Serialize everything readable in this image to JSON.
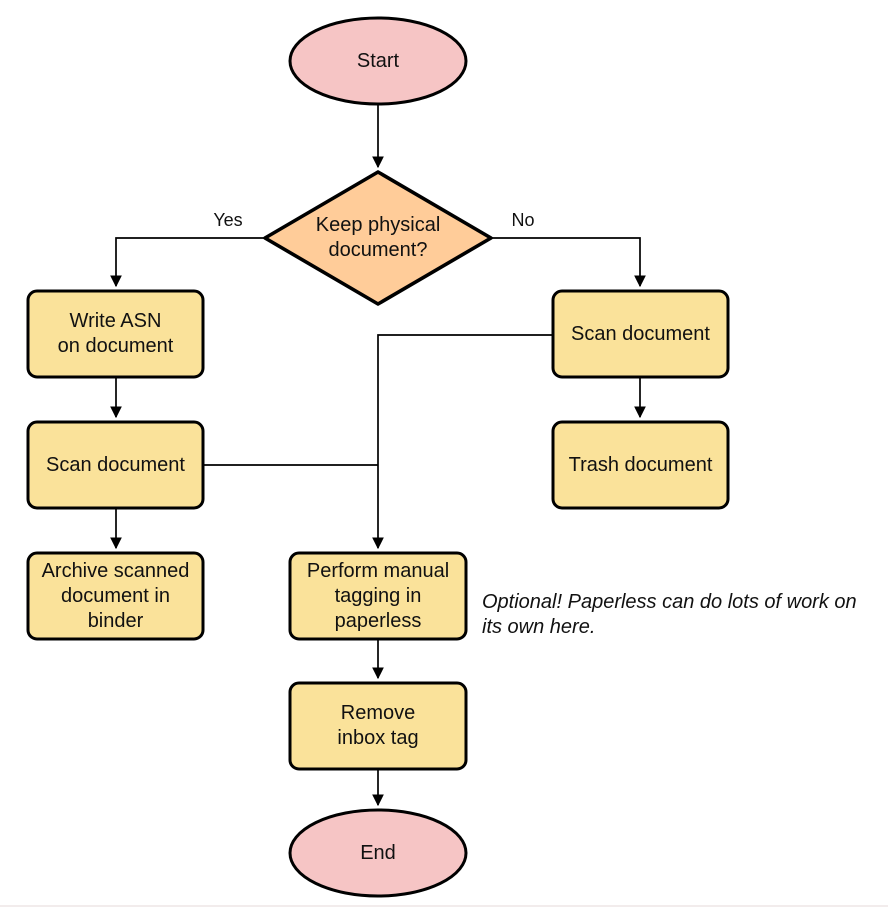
{
  "diagram": {
    "type": "flowchart",
    "nodes": {
      "start": {
        "label": "Start",
        "shape": "ellipse"
      },
      "decision": {
        "label": "Keep physical\ndocument?",
        "shape": "diamond"
      },
      "write_asn": {
        "label": "Write ASN\non document",
        "shape": "process"
      },
      "scan_left": {
        "label": "Scan document",
        "shape": "process"
      },
      "archive": {
        "label": "Archive scanned\ndocument in\nbinder",
        "shape": "process"
      },
      "scan_right": {
        "label": "Scan document",
        "shape": "process"
      },
      "trash": {
        "label": "Trash document",
        "shape": "process"
      },
      "tagging": {
        "label": "Perform manual\ntagging in\npaperless",
        "shape": "process"
      },
      "remove_inbox": {
        "label": "Remove\ninbox tag",
        "shape": "process"
      },
      "end": {
        "label": "End",
        "shape": "ellipse"
      }
    },
    "edge_labels": {
      "yes": "Yes",
      "no": "No"
    },
    "edges": [
      {
        "from": "start",
        "to": "decision",
        "label": ""
      },
      {
        "from": "decision",
        "to": "write_asn",
        "label": "Yes"
      },
      {
        "from": "decision",
        "to": "scan_right",
        "label": "No"
      },
      {
        "from": "write_asn",
        "to": "scan_left",
        "label": ""
      },
      {
        "from": "scan_left",
        "to": "archive",
        "label": ""
      },
      {
        "from": "scan_left",
        "to": "tagging",
        "label": ""
      },
      {
        "from": "scan_right",
        "to": "trash",
        "label": ""
      },
      {
        "from": "scan_right",
        "to": "tagging",
        "label": ""
      },
      {
        "from": "tagging",
        "to": "remove_inbox",
        "label": ""
      },
      {
        "from": "remove_inbox",
        "to": "end",
        "label": ""
      }
    ],
    "note": "Optional! Paperless can do lots of work on\nits own here.",
    "colors": {
      "terminal_fill": "#F6C5C5",
      "decision_fill": "#FFCC99",
      "process_fill": "#FAE29A",
      "stroke": "#000000"
    }
  }
}
